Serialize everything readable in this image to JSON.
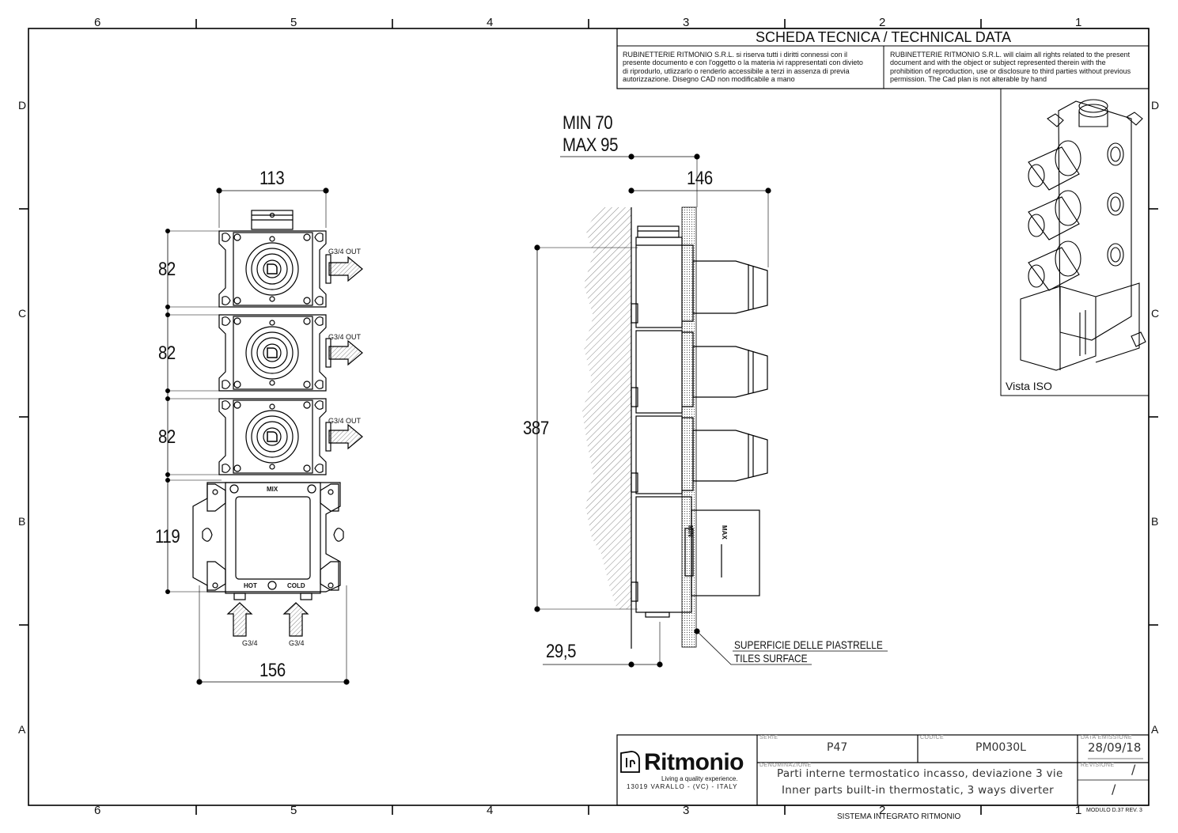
{
  "zones": {
    "columns": [
      "6",
      "5",
      "4",
      "3",
      "2",
      "1"
    ],
    "rows": [
      "D",
      "C",
      "B",
      "A"
    ]
  },
  "header": {
    "title": "SCHEDA TECNICA / TECHNICAL DATA",
    "notice_it": [
      "RUBINETTERIE RITMONIO S.R.L. si riserva tutti i diritti connessi con il",
      "presente documento e con l'oggetto o la materia ivi rappresentati con divieto",
      "di riprodurlo, utlizzarlo o renderlo accessibile a terzi in assenza di previa",
      "autorizzazione. Disegno CAD non modificabile a mano"
    ],
    "notice_en": [
      "RUBINETTERIE RITMONIO S.R.L. will claim all rights related to the present",
      "document and with the object or subject represented therein with the",
      "prohibition  of reproduction, use or disclosure to third parties without previous",
      "permission.  The Cad plan is not alterable by hand"
    ]
  },
  "front_view": {
    "dim_width_top": "113",
    "dim_module_1": "82",
    "dim_module_2": "82",
    "dim_module_3": "82",
    "dim_thermo": "119",
    "dim_width_bottom": "156",
    "out_label_1": "G3/4 OUT",
    "out_label_2": "G3/4 OUT",
    "out_label_3": "G3/4 OUT",
    "mix_label": "MIX",
    "hot_label": "HOT",
    "cold_label": "COLD",
    "inlet_label_hot": "G3/4",
    "inlet_label_cold": "G3/4"
  },
  "side_view": {
    "depth_min": "MIN 70",
    "depth_max": "MAX 95",
    "dim_depth": "146",
    "dim_height": "387",
    "dim_tile": "29,5",
    "thermo_min": "MIN",
    "thermo_max": "MAX",
    "tiles_it": "SUPERFICIE DELLE PIASTRELLE",
    "tiles_en": "TILES SURFACE"
  },
  "iso_view": {
    "label": "Vista ISO"
  },
  "title_block": {
    "brand": "Ritmonio",
    "tagline": "Living a quality experience.",
    "address": "13019 VARALLO - (VC) - ITALY",
    "serie_label": "SERIE",
    "serie_value": "P47",
    "codice_label": "CODICE",
    "codice_value": "PM0030L",
    "data_label": "DATA EMISSIONE",
    "data_value": "28/09/18",
    "denominazione_label": "DENOMINAZIONE",
    "desc_it": "Parti interne termostatico incasso, deviazione 3 vie",
    "desc_en": "Inner parts built-in thermostatic, 3 ways diverter",
    "revisione_label": "REVISIONE",
    "revision_1": "/",
    "revision_2": "/"
  },
  "footer": {
    "system": "SISTEMA INTEGRATO RITMONIO",
    "module": "MODULO D.37 REV. 3"
  }
}
